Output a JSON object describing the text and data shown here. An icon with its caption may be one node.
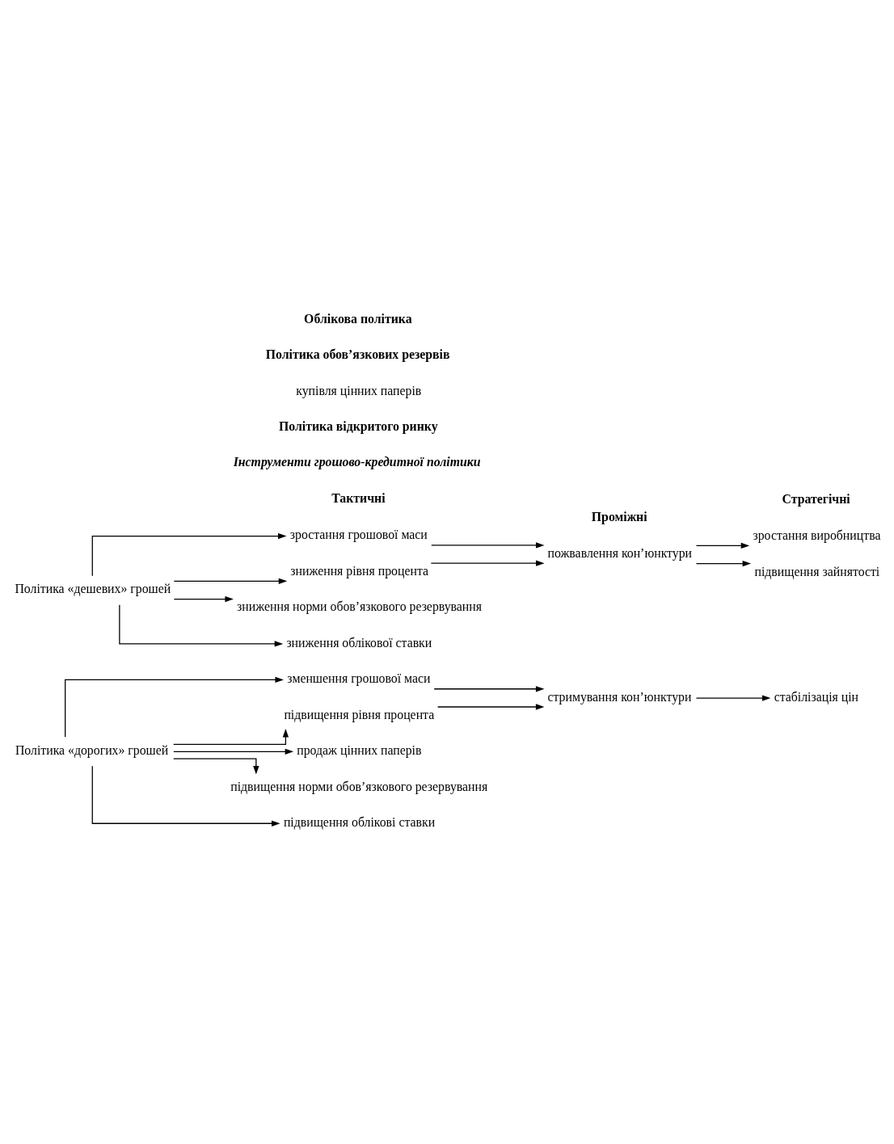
{
  "diagram": {
    "nodes": [
      {
        "text": [
          "Політика «дорогих» грошей"
        ]
      },
      {
        "text": [
          "Політика «дешевих» грошей"
        ]
      },
      {
        "text": [
          "зростання виробництва"
        ]
      },
      {
        "text": [
          "підвищення зайнятості"
        ]
      },
      {
        "text": [
          "стабілізація цін"
        ]
      },
      {
        "text": [
          "пожвавлення кон’юнктури"
        ]
      },
      {
        "text": [
          "стримування кон’юнктури"
        ]
      },
      {
        "text": [
          "зростання грошової маси"
        ]
      },
      {
        "text": [
          "зниження рівня процента"
        ]
      },
      {
        "text": [
          "зменшення грошової маси"
        ]
      },
      {
        "text": [
          "підвищення рівня процента"
        ]
      },
      {
        "text": [
          "купівля цінних паперів"
        ]
      },
      {
        "text": [
          "продаж цінних паперів"
        ]
      },
      {
        "text": [
          "зниження норми обов’язкового резервування"
        ]
      },
      {
        "text": [
          "підвищення норми обов’язкового резервування"
        ]
      },
      {
        "text": [
          "зниження облікової ставки"
        ]
      },
      {
        "text": [
          "підвищення облікові ставки"
        ]
      }
    ],
    "edges": [
      {
        "from": 5,
        "to": 2,
        "arrow": "to"
      },
      {
        "from": 5,
        "to": 3,
        "arrow": "to"
      },
      {
        "from": 6,
        "to": 4,
        "arrow": "to"
      },
      {
        "from": 7,
        "to": 5,
        "arrow": "to"
      },
      {
        "from": 8,
        "to": 5,
        "arrow": "to"
      },
      {
        "from": 9,
        "to": 6,
        "arrow": "to"
      },
      {
        "from": 10,
        "to": 6,
        "arrow": "to"
      },
      {
        "from": 1,
        "to": 7,
        "arrow": "to"
      },
      {
        "from": 1,
        "to": 8,
        "arrow": "to"
      },
      {
        "from": 0,
        "to": 9,
        "arrow": "to"
      },
      {
        "from": 0,
        "to": 10,
        "arrow": "to"
      },
      {
        "from": 0,
        "to": 12,
        "arrow": "to"
      },
      {
        "from": 1,
        "to": 13,
        "arrow": "to"
      },
      {
        "from": 0,
        "to": 14,
        "arrow": "to"
      },
      {
        "from": 1,
        "to": 15,
        "arrow": "to"
      },
      {
        "from": 0,
        "to": 16,
        "arrow": "to"
      }
    ],
    "labels": [
      "Стратегічні",
      "Проміжні",
      "Тактичні",
      "Інструменти грошово-кредитної політики",
      "Політика відкритого ринку",
      "Політика обов’язкових резервів",
      "Облікова політика"
    ]
  }
}
